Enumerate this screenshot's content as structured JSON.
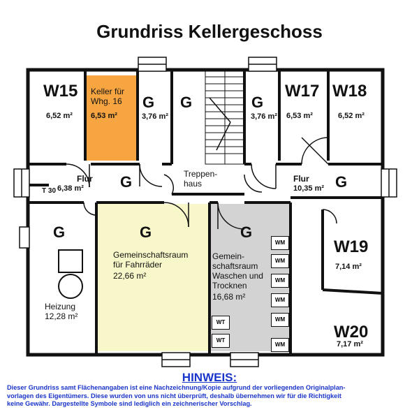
{
  "title": "Grundriss Kellergeschoss",
  "colors": {
    "orange_room": "#f7a541",
    "yellow_room": "#f8f7c9",
    "gray_room": "#d3d3d3",
    "note": "#1a35c9"
  },
  "rooms": {
    "w15": {
      "name": "W15",
      "area": "6,52 m²"
    },
    "keller16": {
      "name": "Keller für Whg. 16",
      "area": "6,53 m²"
    },
    "g_left": {
      "name": "G",
      "area": "3,76 m²"
    },
    "g_stair": {
      "name": "G"
    },
    "g_right": {
      "name": "G",
      "area": "3,76 m²"
    },
    "w17": {
      "name": "W17",
      "area": "6,53 m²"
    },
    "w18": {
      "name": "W18",
      "area": "6,52 m²"
    },
    "flur_left": {
      "name": "Flur",
      "area": "6,38 m²",
      "g": "G"
    },
    "t30": "T 30",
    "treppenhaus": "Treppen-\nhaus",
    "flur_right": {
      "name": "Flur",
      "area": "10,35 m²",
      "g": "G"
    },
    "heizung": {
      "g": "G",
      "name": "Heizung",
      "area": "12,28 m²"
    },
    "fahrraeder": {
      "g": "G",
      "name": "Gemeinschaftsraum\nfür Fahrräder",
      "area": "22,66 m²"
    },
    "waschen": {
      "g": "G",
      "name": "Gemein-\nschaftsraum\nWaschen und\nTrocknen",
      "area": "16,68 m²"
    },
    "w19": {
      "name": "W19",
      "area": "7,14 m²"
    },
    "w20": {
      "name": "W20",
      "area": "7,17 m²"
    }
  },
  "appliances": {
    "wm": "WM",
    "wt": "WT"
  },
  "note": {
    "title": "HINWEIS:",
    "text": "Dieser Grundriss samt Flächenangaben ist eine Nachzeichnung/Kopie aufgrund der vorliegenden Originalplan-\nvorlagen des Eigentümers. Diese wurden von uns nicht überprüft, deshalb übernehmen wir für die Richtigkeit\nkeine Gewähr. Dargestellte Symbole sind lediglich ein zeichnerischer Vorschlag."
  }
}
